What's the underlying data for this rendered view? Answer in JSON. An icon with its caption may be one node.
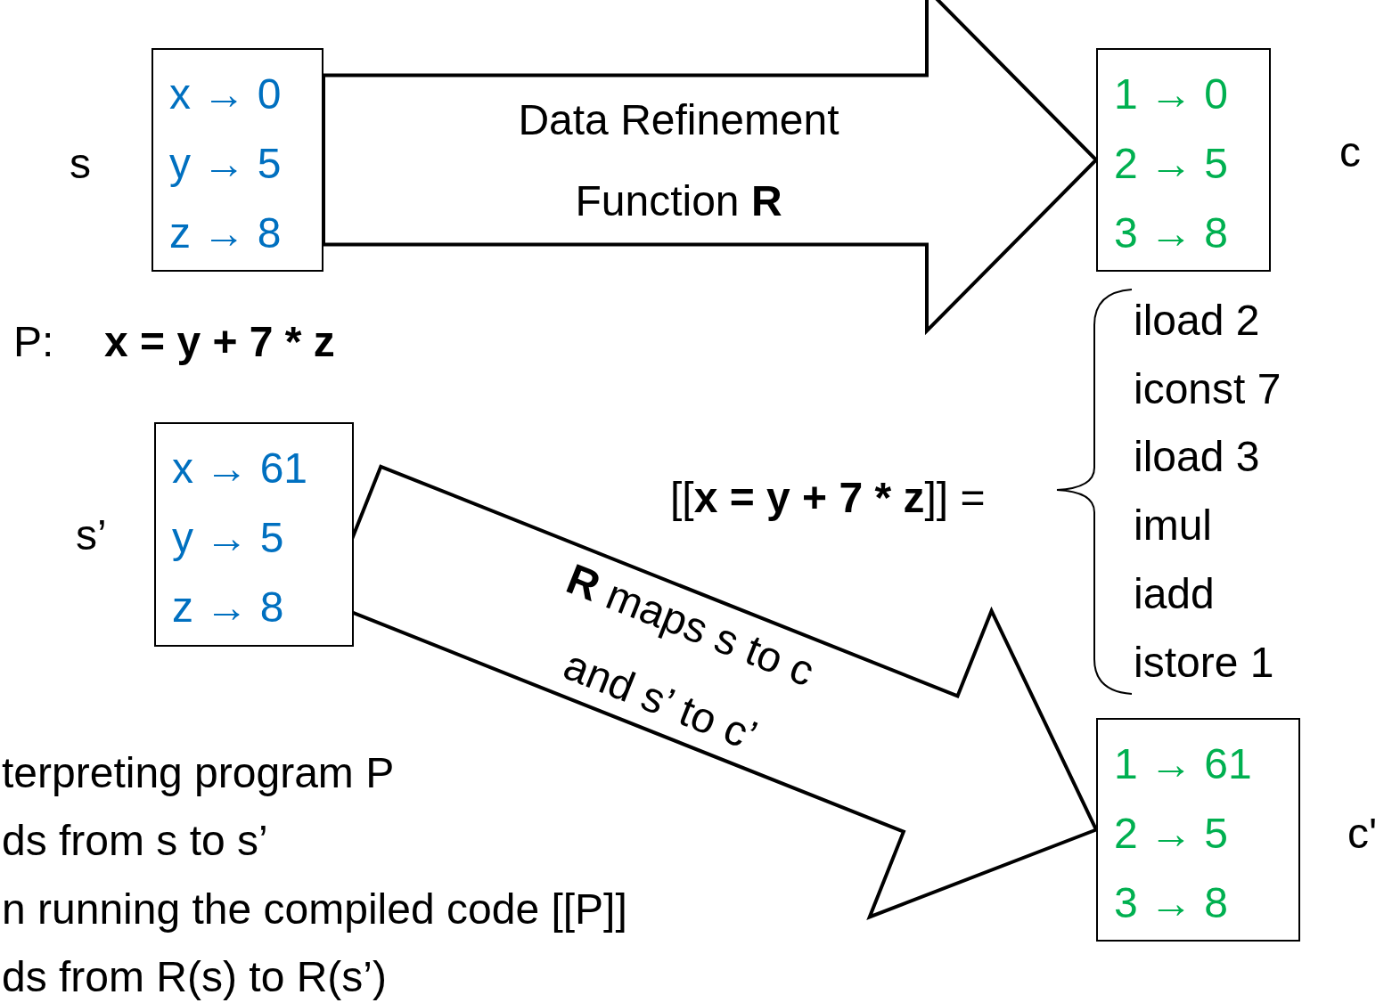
{
  "diagram": {
    "nodes": [
      {
        "text": [
          "x → 0",
          "y → 5",
          "z → 8"
        ],
        "beside": [
          "s"
        ]
      },
      {
        "text": [
          "1 → 0",
          "2 → 5",
          "3 → 8"
        ],
        "beside": [
          "c"
        ]
      },
      {
        "text": [
          "x → 61",
          "y → 5",
          "z → 8"
        ],
        "beside": [
          "s’"
        ]
      },
      {
        "text": [
          "1 → 61",
          "2 → 5",
          "3 → 8"
        ],
        "beside": [
          "c'"
        ]
      }
    ],
    "edges": [
      {
        "from": 0,
        "to": 1,
        "arrow": "to",
        "label": "Data Refinement Function **R**"
      },
      {
        "from": 2,
        "to": 3,
        "arrow": "to",
        "label": "**R** maps s to c and s’ to c’"
      }
    ],
    "labels": [
      "P:",
      "x = y + 7 * z",
      "[[**x = y + 7 * z**]] =",
      "iload 2",
      "iconst 7",
      "iload 3",
      "imul",
      "iadd",
      "istore 1",
      "terpreting program P",
      "ds from s to s’",
      "n running the compiled code [[P]]",
      "ds from R(s) to R(s’)"
    ]
  }
}
